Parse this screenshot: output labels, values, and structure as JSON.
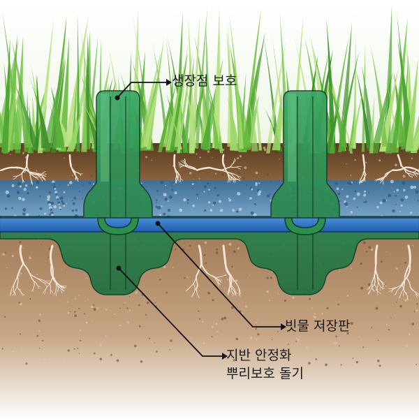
{
  "diagram": {
    "labels": {
      "growing_point": "생장점 보호",
      "rain_plate": "빗물 저장판",
      "stabilize_line1": "지반 안정화",
      "stabilize_line2": "뿌리보호 돌기"
    },
    "colors": {
      "grass_light": "#8fcf5a",
      "grass_dark": "#3c8e2c",
      "topsoil": "#7a4f2c",
      "gravel": "#5f8fb4",
      "water_plate": "#2d6fd0",
      "grid_green": "#2d8f4e",
      "grid_outline": "#123b25",
      "subsoil": "#b58d69",
      "roots": "#f3e6d6",
      "leader_line": "#111111"
    }
  }
}
